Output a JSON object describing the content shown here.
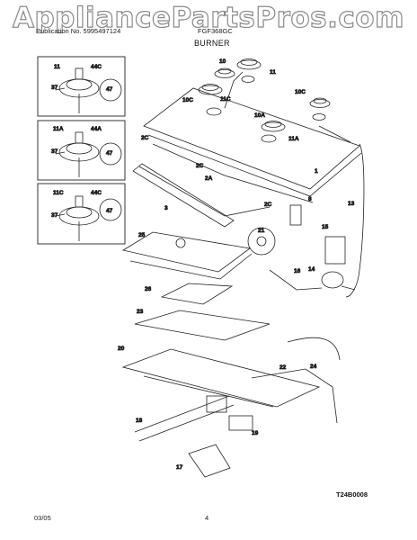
{
  "watermark": "AppliancePartsPros.com",
  "header": {
    "left": "Publication No. 5995497124",
    "right": "FGF368GC"
  },
  "title": "BURNER",
  "diagram_code": "T24B0008",
  "footer": {
    "date": "03/05",
    "page": "4"
  },
  "callouts": {
    "c11": "11",
    "c44C": "44C",
    "c37": "37",
    "c47": "47",
    "c11A": "11A",
    "c44A": "44A",
    "c37b": "37",
    "c47b": "47",
    "c11C": "11C",
    "c44Cb": "44C",
    "c37c": "37",
    "c47c": "47",
    "c10": "10",
    "c11b": "11",
    "c10C": "10C",
    "c11Cb": "11C",
    "c10Cb": "10C",
    "c10A": "10A",
    "c11Ab": "11A",
    "c2C": "2C",
    "c2Cb": "2C",
    "c2A": "2A",
    "c2Cc": "2C",
    "c3": "3",
    "c1": "1",
    "c8": "8",
    "c13": "13",
    "c25": "25",
    "c21": "21",
    "c15": "15",
    "c16": "16",
    "c14": "14",
    "c26": "26",
    "c23": "23",
    "c20": "20",
    "c24": "24",
    "c22": "22",
    "c18": "18",
    "c19": "19",
    "c17": "17"
  }
}
